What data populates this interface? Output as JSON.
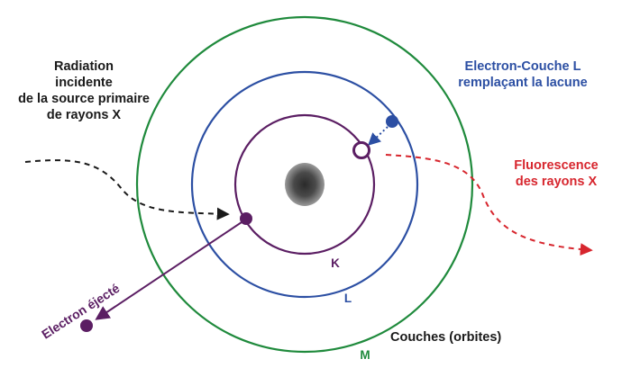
{
  "labels": {
    "incident_line1": "Radiation",
    "incident_line2": "incidente",
    "incident_line3": "de la source primaire",
    "incident_line4": "de rayons X",
    "electron_L_line1": "Electron-Couche L",
    "electron_L_line2": "remplaçant la lacune",
    "fluorescence_line1": "Fluorescence",
    "fluorescence_line2": "des rayons X",
    "ejected": "Electron éjecté",
    "shells": "Couches (orbites)",
    "shell_K": "K",
    "shell_L": "L",
    "shell_M": "M"
  },
  "colors": {
    "shell_K": "#5b1e63",
    "shell_L": "#2c4fa3",
    "shell_M": "#1f8a3c",
    "incident_arrow": "#1a1a1a",
    "fluorescence": "#d7262e",
    "ejected_electron": "#5b1e63",
    "replacing_electron": "#2c4fa3",
    "nucleus": "#3a3a3a",
    "text": "#1a1a1a"
  }
}
